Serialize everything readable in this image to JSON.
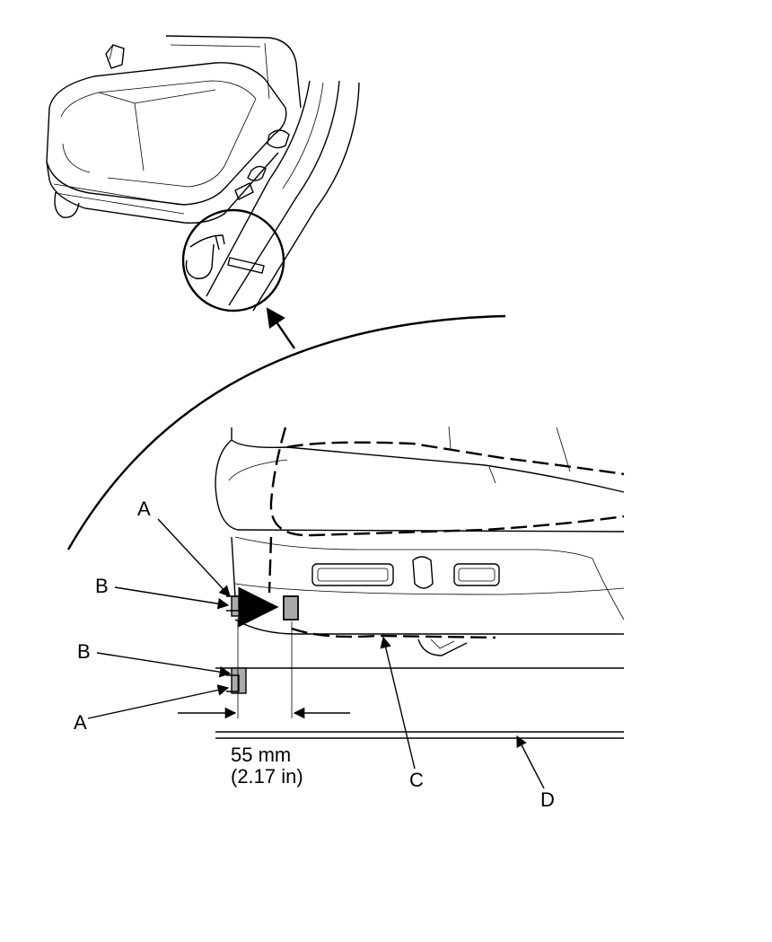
{
  "labels": {
    "a_top": "A",
    "b_top": "B",
    "b_bottom": "B",
    "a_bottom": "A",
    "c": "C",
    "d": "D"
  },
  "dimension": {
    "metric": "55 mm",
    "imperial": "(2.17 in)"
  },
  "colors": {
    "line": "#000000",
    "marker_fill": "#aaaaaa",
    "background": "#ffffff"
  }
}
